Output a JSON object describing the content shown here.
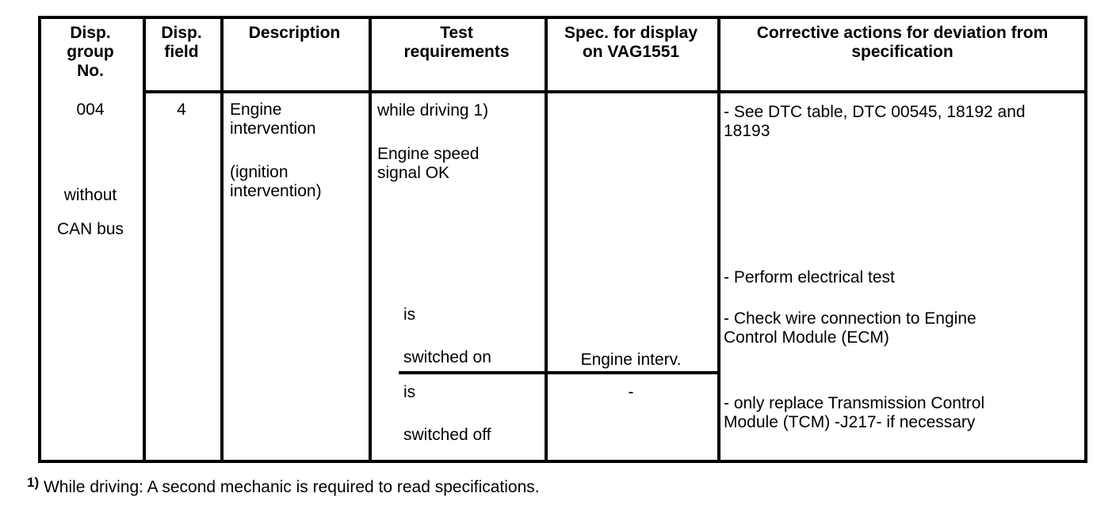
{
  "page": {
    "background": "#ffffff",
    "ink": "#000000"
  },
  "table": {
    "headers": {
      "disp_group_no": "Disp.\ngroup\nNo.",
      "disp_field": "Disp.\nfield",
      "description": "Description",
      "test_requirements": "Test\nrequirements",
      "spec_display": "Spec. for display\non VAG1551",
      "corrective_actions": "Corrective actions for deviation from\nspecification"
    },
    "row": {
      "disp_group_no": "004",
      "disp_group_note_1": "without",
      "disp_group_note_2": "CAN bus",
      "disp_field": "4",
      "description_1": "Engine\nintervention",
      "description_2": "(ignition\nintervention)",
      "test_condition_1": "while driving 1)",
      "test_condition_2": "Engine speed\nsignal OK",
      "test_case_on_1": "is",
      "test_case_on_2": "switched on",
      "test_case_off_1": "is",
      "test_case_off_2": "switched off",
      "spec_on": "Engine interv.",
      "spec_off": "-",
      "action_1": "- See DTC table, DTC 00545, 18192 and\n18193",
      "action_2": "- Perform electrical test",
      "action_3": "- Check wire connection to Engine\nControl Module (ECM)",
      "action_4": "- only replace Transmission Control\nModule (TCM) -J217- if necessary"
    }
  },
  "footnote": {
    "marker": "1)",
    "text": "While driving: A second mechanic is required to read specifications."
  }
}
